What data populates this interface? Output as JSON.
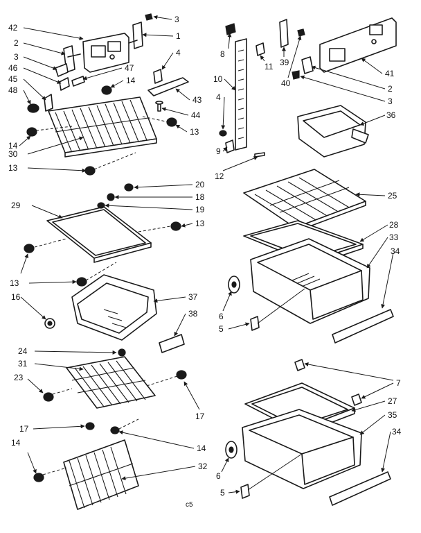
{
  "diagram": {
    "callouts": {
      "c1": "3",
      "c2": "42",
      "c3": "1",
      "c4": "2",
      "c5": "3",
      "c6": "4",
      "c7": "46",
      "c8": "47",
      "c9": "45",
      "c10": "48",
      "c11": "14",
      "c12": "43",
      "c13": "44",
      "c14": "14",
      "c15": "13",
      "c16": "30",
      "c17": "13",
      "c18": "8",
      "c19": "11",
      "c20": "39",
      "c21": "40",
      "c22": "10",
      "c23": "4",
      "c24": "9",
      "c25": "12",
      "c26": "41",
      "c27": "2",
      "c28": "3",
      "c29": "36",
      "c30": "20",
      "c31": "18",
      "c32": "29",
      "c33": "19",
      "c34": "13",
      "c35": "25",
      "c36": "28",
      "c37": "33",
      "c38": "34",
      "c39": "13",
      "c40": "16",
      "c41": "37",
      "c42": "38",
      "c43": "6",
      "c44": "5",
      "c45": "24",
      "c46": "31",
      "c47": "23",
      "c48": "17",
      "c49": "17",
      "c50": "14",
      "c51": "14",
      "c52": "32",
      "c53": "7",
      "c54": "27",
      "c55": "35",
      "c56": "34",
      "c57": "6",
      "c58": "5"
    },
    "footer_code": "c5"
  }
}
